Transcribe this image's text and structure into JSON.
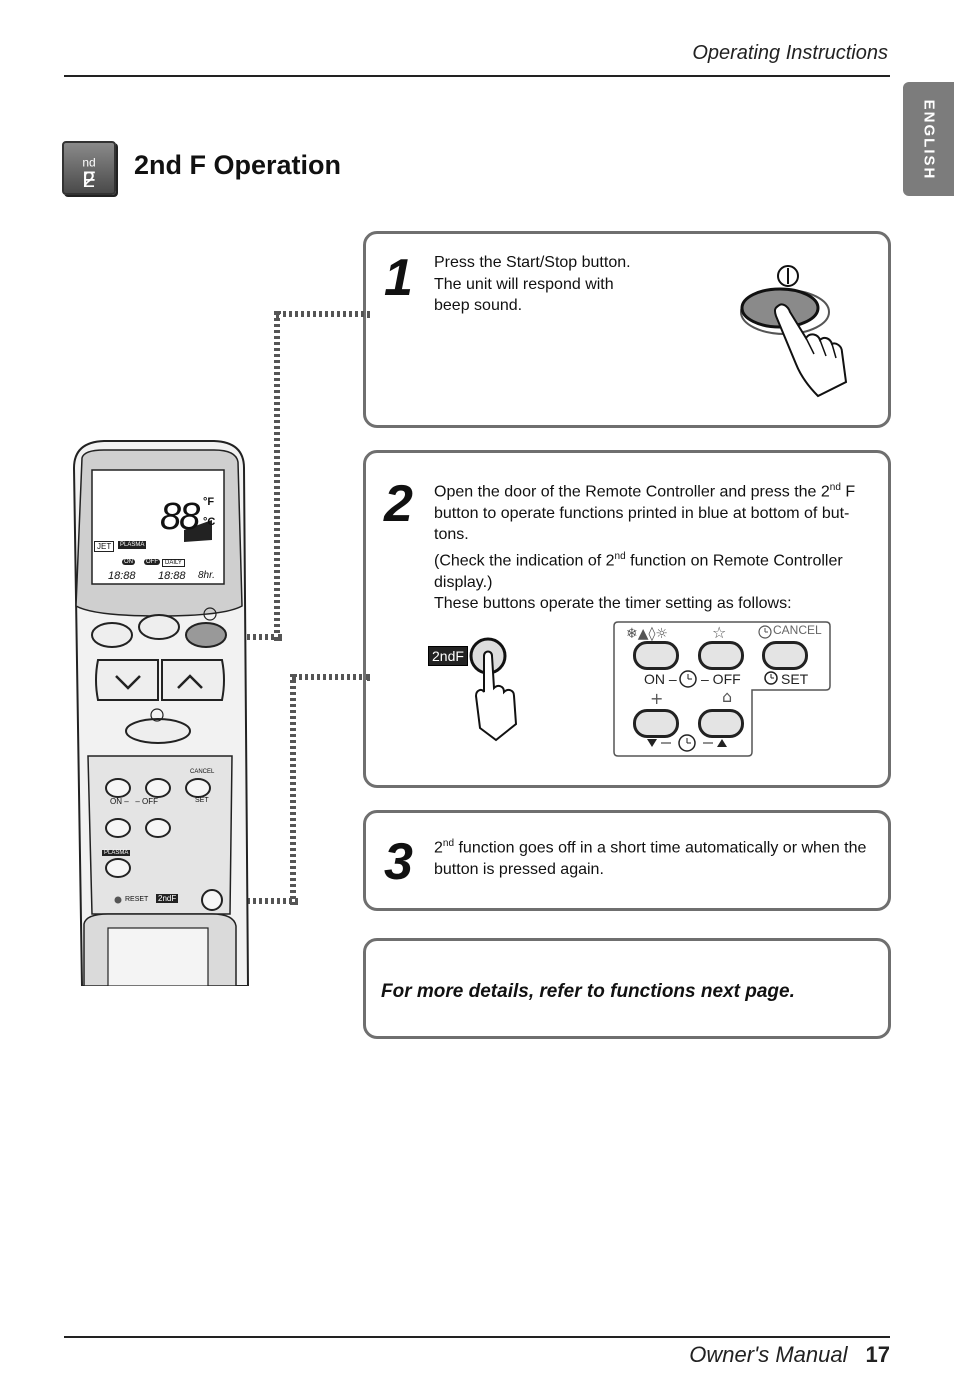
{
  "header": {
    "section": "Operating Instructions"
  },
  "side_tab": {
    "language": "ENGLISH"
  },
  "title": {
    "badge_main": "2",
    "badge_sup": "nd",
    "badge_tail": "F",
    "text": "2nd F Operation"
  },
  "steps": [
    {
      "number": "1",
      "lines": [
        "Press the Start/Stop button.",
        "The unit will respond with",
        "beep sound."
      ]
    },
    {
      "number": "2",
      "p1a": "Open the door of the Remote Controller and press the 2",
      "p1sup": "nd",
      "p1b": " F",
      "p1c": "button to operate functions printed in blue at bottom of but-",
      "p1d": "tons.",
      "p2a": "(Check the indication of 2",
      "p2sup": "nd",
      "p2b": " function on Remote Controller",
      "p2c": "display.)",
      "p3": "These buttons operate the timer setting as follows:"
    },
    {
      "number": "3",
      "l1sup": "nd",
      "l1pre": "2",
      "l1": " function goes off in a short time automatically or when the",
      "l2": "button is pressed again."
    }
  ],
  "panel": {
    "cancel": "CANCEL",
    "on_label": "ON –",
    "off_label": "– OFF",
    "set_label": "SET",
    "badge": "2ndF"
  },
  "remote": {
    "display_f": "°F",
    "display_c": "°C",
    "digits": "88",
    "jet": "JET",
    "plasma_small": "PLASMA",
    "on_tag": "ON",
    "off_tag": "OFF",
    "daily": "DAILY",
    "time1": "18:88",
    "time2": "18:88",
    "hr": "8hr.",
    "cancel": "CANCEL",
    "set": "SET",
    "on_off": "ON –   – OFF",
    "plasma_btn": "PLASMA",
    "reset": "RESET",
    "second_f": "2ndF"
  },
  "note": "For more details, refer to functions next page.",
  "footer": {
    "label": "Owner's Manual",
    "page": "17"
  }
}
